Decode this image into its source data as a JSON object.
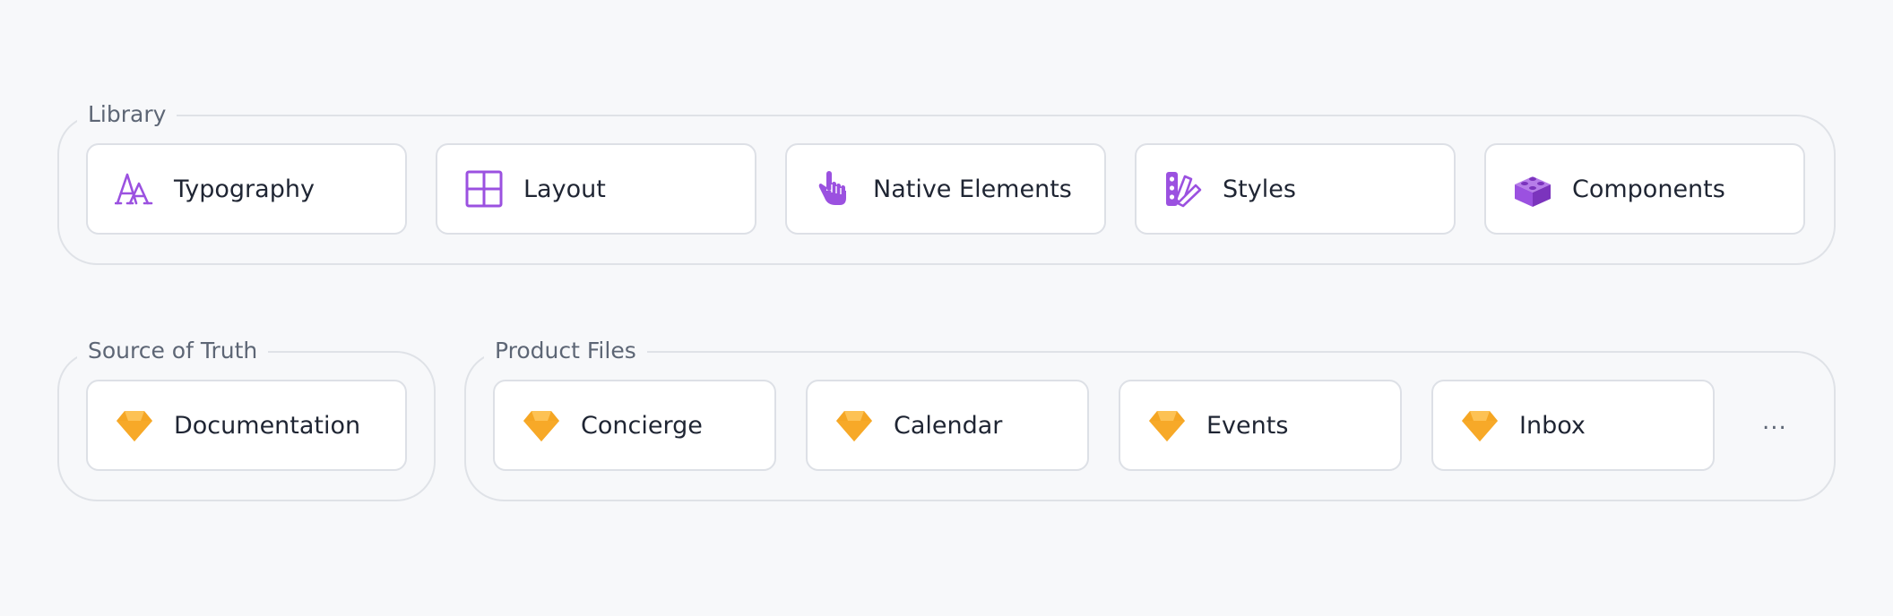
{
  "colors": {
    "library_icon": "#9b51e0",
    "sketch_icon": "#f5a623"
  },
  "library": {
    "title": "Library",
    "items": [
      {
        "label": "Typography",
        "icon": "typography-icon"
      },
      {
        "label": "Layout",
        "icon": "layout-grid-icon"
      },
      {
        "label": "Native Elements",
        "icon": "pointer-hand-icon"
      },
      {
        "label": "Styles",
        "icon": "color-swatch-icon"
      },
      {
        "label": "Components",
        "icon": "lego-brick-icon"
      }
    ]
  },
  "source_of_truth": {
    "title": "Source of Truth",
    "items": [
      {
        "label": "Documentation",
        "icon": "sketch-diamond-icon"
      }
    ]
  },
  "product_files": {
    "title": "Product Files",
    "items": [
      {
        "label": "Concierge",
        "icon": "sketch-diamond-icon"
      },
      {
        "label": "Calendar",
        "icon": "sketch-diamond-icon"
      },
      {
        "label": "Events",
        "icon": "sketch-diamond-icon"
      },
      {
        "label": "Inbox",
        "icon": "sketch-diamond-icon"
      }
    ],
    "more": "..."
  }
}
